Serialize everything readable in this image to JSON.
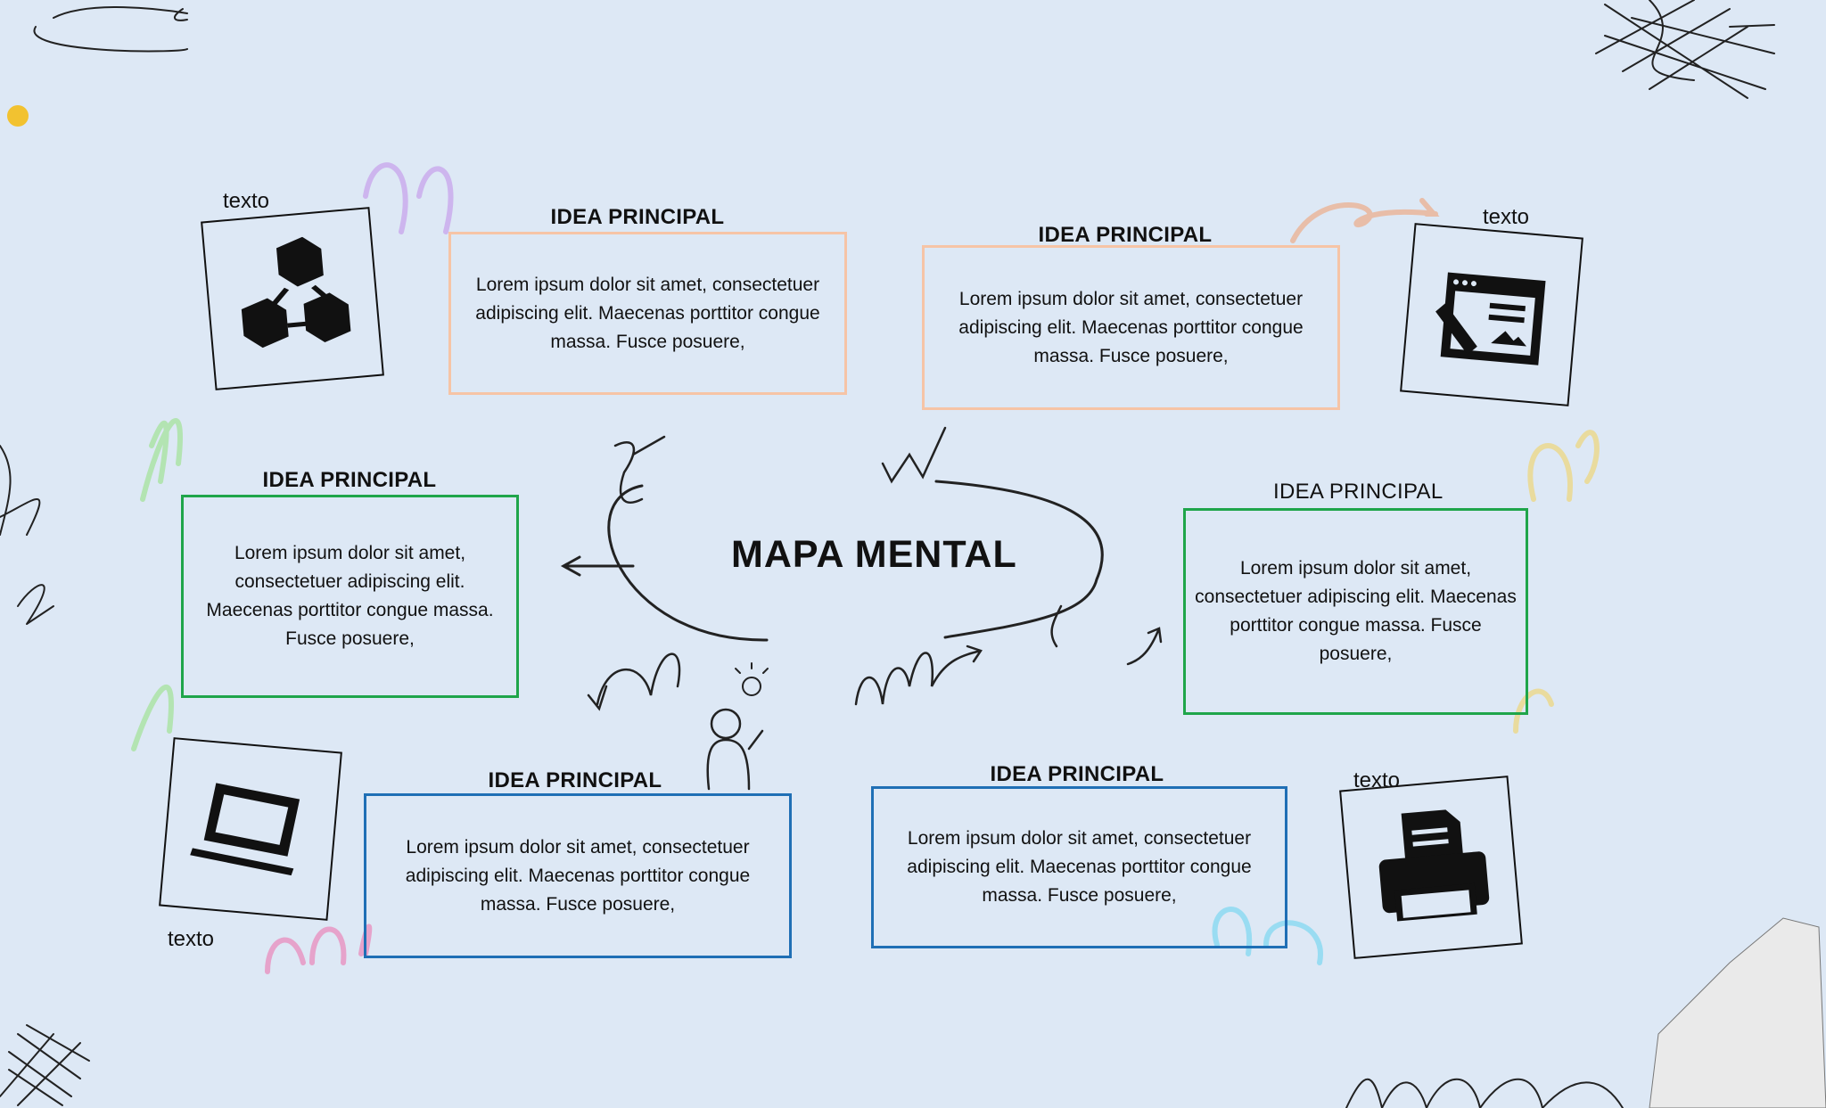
{
  "center": {
    "title": "MAPA MENTAL"
  },
  "nodes": [
    {
      "title": "IDEA PRINCIPAL",
      "body": "Lorem ipsum dolor sit amet, consectetuer adipiscing elit. Maecenas porttitor congue massa. Fusce posuere,",
      "color": "#f6c4a6"
    },
    {
      "title": "IDEA PRINCIPAL",
      "body": "Lorem ipsum dolor sit amet, consectetuer adipiscing elit. Maecenas porttitor congue massa. Fusce posuere,",
      "color": "#f6c4a6"
    },
    {
      "title": "IDEA PRINCIPAL",
      "body": "Lorem ipsum dolor sit amet, consectetuer adipiscing elit. Maecenas porttitor congue massa. Fusce posuere,",
      "color": "#1fa54a"
    },
    {
      "title": "IDEA PRINCIPAL",
      "body": "Lorem ipsum dolor sit amet, consectetuer adipiscing elit. Maecenas porttitor congue massa. Fusce posuere,",
      "color": "#1fa54a"
    },
    {
      "title": "IDEA PRINCIPAL",
      "body": "Lorem ipsum dolor sit amet, consectetuer adipiscing elit. Maecenas porttitor congue massa. Fusce posuere,",
      "color": "#1f6fb5"
    },
    {
      "title": "IDEA PRINCIPAL",
      "body": "Lorem ipsum dolor sit amet, consectetuer adipiscing elit. Maecenas porttitor congue massa. Fusce posuere,",
      "color": "#1f6fb5"
    }
  ],
  "notes": [
    {
      "label": "texto",
      "icon": "cubes-network-icon"
    },
    {
      "label": "texto",
      "icon": "web-design-icon"
    },
    {
      "label": "texto",
      "icon": "laptop-icon"
    },
    {
      "label": "texto",
      "icon": "printer-icon"
    }
  ]
}
